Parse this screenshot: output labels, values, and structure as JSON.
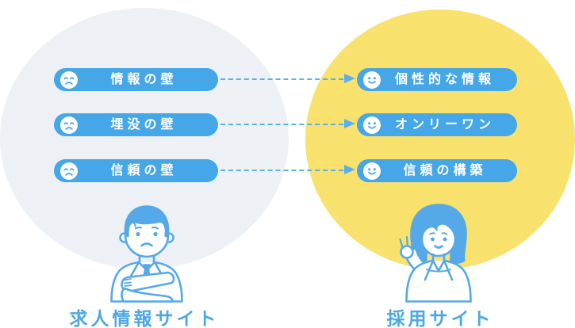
{
  "diagram": {
    "left_group": {
      "title": "求人情報サイト",
      "circle_color": "#EDF1F6",
      "person": "worried-businessman-crossed-arms",
      "items": [
        {
          "label": "情報の壁",
          "icon": "sad-face-icon"
        },
        {
          "label": "埋没の壁",
          "icon": "sad-face-icon"
        },
        {
          "label": "信頼の壁",
          "icon": "sad-face-icon"
        }
      ]
    },
    "right_group": {
      "title": "採用サイト",
      "circle_color": "#F9E16E",
      "person": "smiling-businesswoman-ok-sign",
      "items": [
        {
          "label": "個性的な情報",
          "icon": "happy-face-icon"
        },
        {
          "label": "オンリーワン",
          "icon": "happy-face-icon"
        },
        {
          "label": "信頼の構築",
          "icon": "happy-face-icon"
        }
      ]
    },
    "arrows": {
      "count": 3,
      "style": "dashed",
      "direction": "left-to-right",
      "color": "#5CAFE9"
    },
    "colors": {
      "pill": "#45A6E8",
      "pill_text": "#FFFFFF",
      "title_text": "#4AA8E8",
      "illustration_line": "#55A9E8"
    }
  }
}
